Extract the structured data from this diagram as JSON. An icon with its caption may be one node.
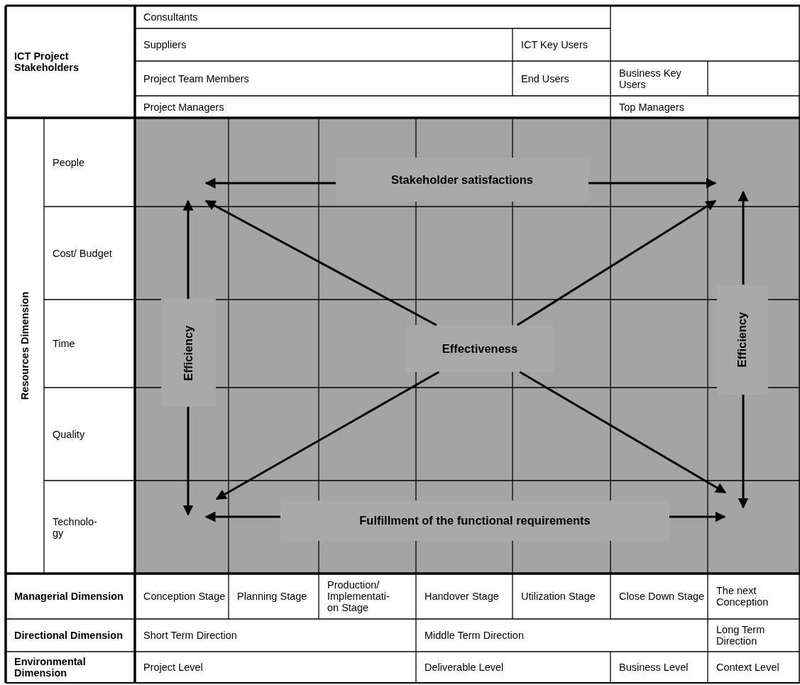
{
  "diagram": {
    "nodes": [
      {
        "text": [
          "Stakeholder satisfactions"
        ]
      },
      {
        "text": [
          "Efficiency"
        ]
      },
      {
        "text": [
          "Effectiveness"
        ]
      },
      {
        "text": [
          "Efficiency"
        ]
      },
      {
        "text": [
          "Fulfillment of the functional requirements"
        ]
      }
    ],
    "edges": [
      {
        "from": 0,
        "to": null,
        "arrow": "to"
      },
      {
        "from": 0,
        "to": null,
        "arrow": "to"
      },
      {
        "from": 1,
        "to": null,
        "arrow": "to"
      },
      {
        "from": 1,
        "to": null,
        "arrow": "to"
      },
      {
        "from": 2,
        "to": null,
        "arrow": "to"
      },
      {
        "from": 2,
        "to": null,
        "arrow": "to"
      },
      {
        "from": 2,
        "to": null,
        "arrow": "to"
      },
      {
        "from": 2,
        "to": null,
        "arrow": "to"
      },
      {
        "from": 3,
        "to": null,
        "arrow": "to"
      },
      {
        "from": 3,
        "to": null,
        "arrow": "to"
      },
      {
        "from": 4,
        "to": null,
        "arrow": "to"
      },
      {
        "from": 4,
        "to": null,
        "arrow": "to"
      }
    ],
    "labels": [
      "ICT Project Stakeholders",
      "Consultants",
      "Suppliers",
      "ICT Key Users",
      "Project Team Members",
      "End Users",
      "Business Key Users",
      "Project Managers",
      "Top Managers",
      "Resources Dimension",
      "People",
      "Cost/ Budget",
      "Time",
      "Quality",
      "Technolo-gy",
      "Managerial Dimension",
      "Conception Stage",
      "Planning Stage",
      "Production/ Implementati-on Stage",
      "Handover Stage",
      "Utilization Stage",
      "Close Down Stage",
      "The next Conception",
      "Directional Dimension",
      "Short Term Direction",
      "Middle Term Direction",
      "Long Term Direction",
      "Environmental Dimension",
      "Project Level",
      "Deliverable Level",
      "Business Level",
      "Context Level"
    ]
  }
}
